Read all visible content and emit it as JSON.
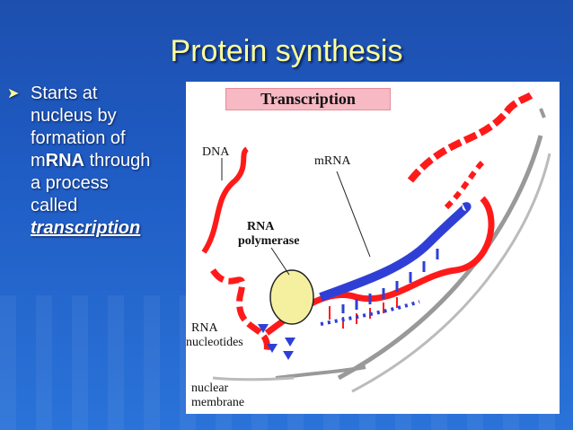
{
  "slide": {
    "title": "Protein synthesis",
    "bullet": {
      "line1": "Starts at",
      "line2": "nucleus by",
      "line3": "formation of",
      "line4_prefix": "m",
      "line4_bold": "RNA",
      "line4_suffix": " through",
      "line5": "a process",
      "line6": "called",
      "line7": "transcription"
    }
  },
  "figure": {
    "heading": "Transcription",
    "labels": {
      "dna": "DNA",
      "mrna": "mRNA",
      "rna_polymerase_1": "RNA",
      "rna_polymerase_2": "polymerase",
      "rna_nucleotides_1": "RNA",
      "rna_nucleotides_2": "nucleotides",
      "nuclear_membrane_1": "nuclear",
      "nuclear_membrane_2": "membrane"
    },
    "colors": {
      "dna": "#ff1a1a",
      "mrna": "#2f3fd6",
      "polymerase": "#f5f0a0",
      "membrane": "#a0a0a0"
    }
  }
}
